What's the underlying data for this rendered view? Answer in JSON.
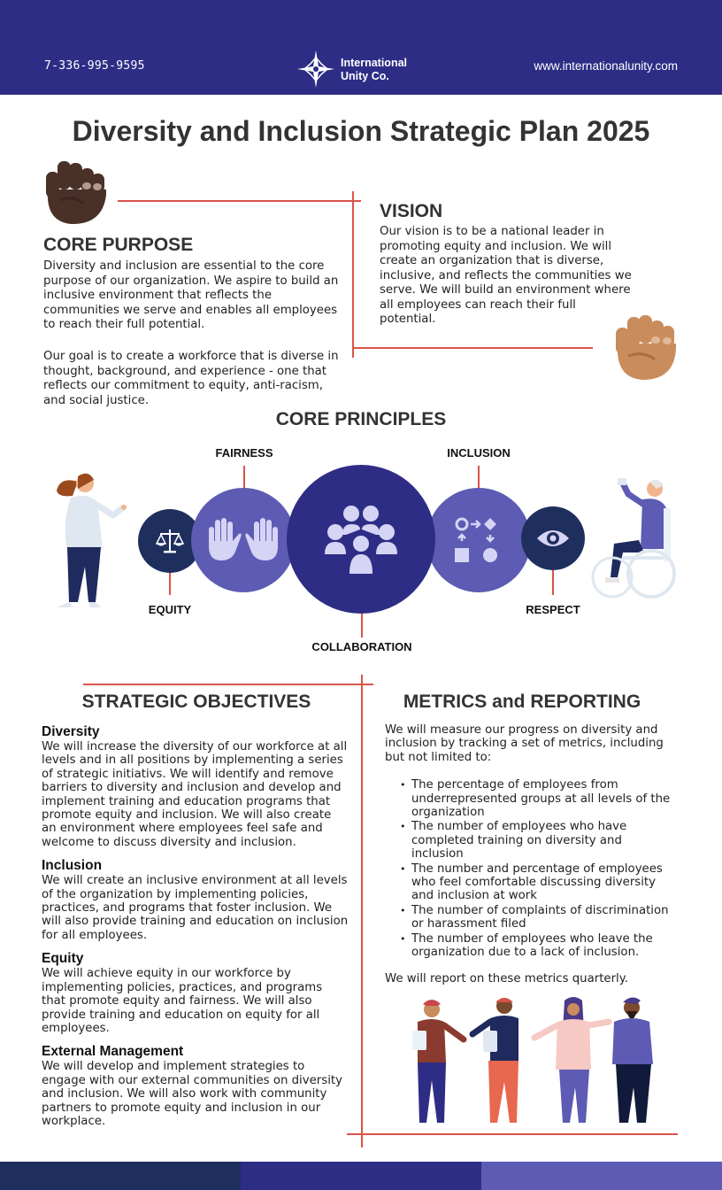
{
  "header": {
    "phone": "7-336-995-9595",
    "company_line1": "International",
    "company_line2": "Unity Co.",
    "website": "www.internationalunity.com"
  },
  "title": "Diversity and Inclusion Strategic Plan 2025",
  "core_purpose": {
    "heading": "CORE PURPOSE",
    "paragraph1": "Diversity and inclusion are essential to the core purpose of our organization. We aspire to build an inclusive environment that reflects the communities we serve and enables all employees to reach their full potential.",
    "paragraph2": "Our goal is to create a workforce that is diverse in thought, background, and experience - one that reflects our commitment to equity, anti-racism, and social justice."
  },
  "vision": {
    "heading": "VISION",
    "paragraph": "Our vision is to be a national leader in promoting equity and inclusion. We will create an organization that is diverse, inclusive, and reflects the communities we serve. We will build an environment where all employees can reach their full potential."
  },
  "core_principles": {
    "heading": "CORE PRINCIPLES",
    "items": [
      {
        "label": "EQUITY",
        "icon": "scales-icon"
      },
      {
        "label": "FAIRNESS",
        "icon": "raised-hands-icon"
      },
      {
        "label": "COLLABORATION",
        "icon": "group-icon"
      },
      {
        "label": "INCLUSION",
        "icon": "shapes-icon"
      },
      {
        "label": "RESPECT",
        "icon": "eye-icon"
      }
    ]
  },
  "strategic_objectives": {
    "heading": "STRATEGIC OBJECTIVES",
    "items": [
      {
        "title": "Diversity",
        "text": "We will increase the diversity of our workforce at all levels and in all positions by implementing a series of strategic initiativs. We will identify and remove barriers to diversity and inclusion and develop and implement training and education programs that promote equity and inclusion. We will also create an environment where employees feel safe and welcome to discuss diversity and inclusion."
      },
      {
        "title": "Inclusion",
        "text": "We will create an inclusive environment at all levels of the organization by implementing policies, practices, and programs that foster inclusion. We will also provide training and education on inclusion for all employees."
      },
      {
        "title": "Equity",
        "text": "We will achieve equity in our workforce by implementing policies, practices, and programs that promote equity and fairness. We will also provide training and education on equity for all employees."
      },
      {
        "title": "External Management",
        "text": "We will develop and implement strategies to engage with our external communities on diversity and inclusion. We will also work with community partners to promote equity and inclusion in our workplace."
      }
    ]
  },
  "metrics": {
    "heading": "METRICS and REPORTING",
    "intro": "We will measure our progress on diversity and inclusion by tracking a set of metrics, including but not limited to:",
    "bullets": [
      "The percentage of employees from underrepresented groups at all levels of the organization",
      "The number of employees who have completed training on diversity and inclusion",
      "The number and percentage of employees who feel comfortable discussing diversity and inclusion at work",
      "The number of complaints of discrimination or harassment filed",
      "The number of employees who leave the organization due to a lack of inclusion."
    ],
    "closing": "We will report on these metrics quarterly."
  },
  "colors": {
    "header": "#2e2d86",
    "accent_line": "#d9544a",
    "navy": "#1e2f5e",
    "indigo": "#2e2d86",
    "violet": "#5d5bb3",
    "lavender": "#d6d4f5"
  }
}
